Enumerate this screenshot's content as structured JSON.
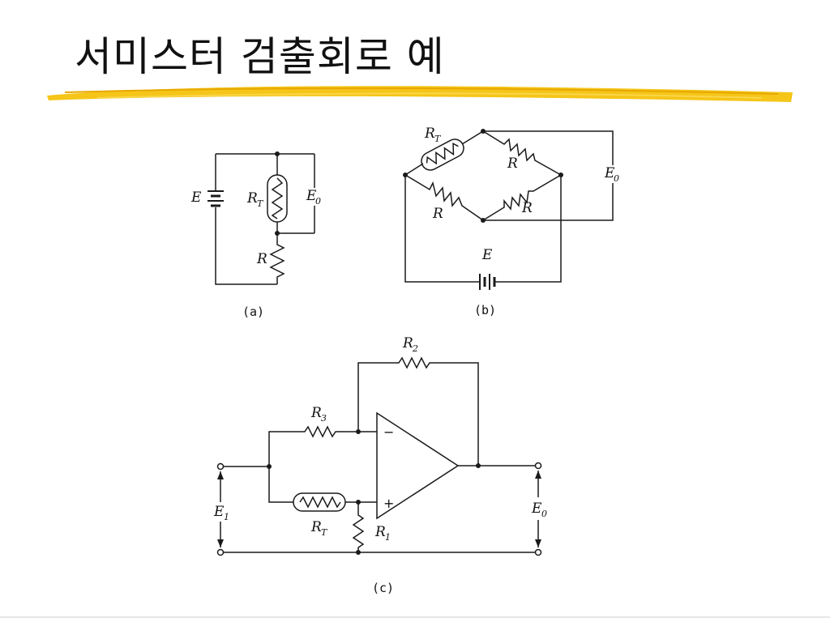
{
  "slide": {
    "title": "서미스터 검출회로 예"
  },
  "circuit_a": {
    "caption": "(a)",
    "labels": {
      "source": "E",
      "thermistor": "R",
      "thermistor_sub": "T",
      "resistor": "R",
      "output": "E",
      "output_sub": "0"
    }
  },
  "circuit_b": {
    "caption": "(b)",
    "labels": {
      "thermistor": "R",
      "thermistor_sub": "T",
      "r_top_right": "R",
      "r_bottom_left": "R",
      "r_bottom_right": "R",
      "output": "E",
      "output_sub": "0",
      "source": "E"
    }
  },
  "circuit_c": {
    "caption": "(c)",
    "labels": {
      "r2": "R",
      "r2_sub": "2",
      "r3": "R",
      "r3_sub": "3",
      "rt": "R",
      "rt_sub": "T",
      "r1": "R",
      "r1_sub": "1",
      "input": "E",
      "input_sub": "1",
      "output": "E",
      "output_sub": "0",
      "minus": "−",
      "plus": "+"
    }
  }
}
